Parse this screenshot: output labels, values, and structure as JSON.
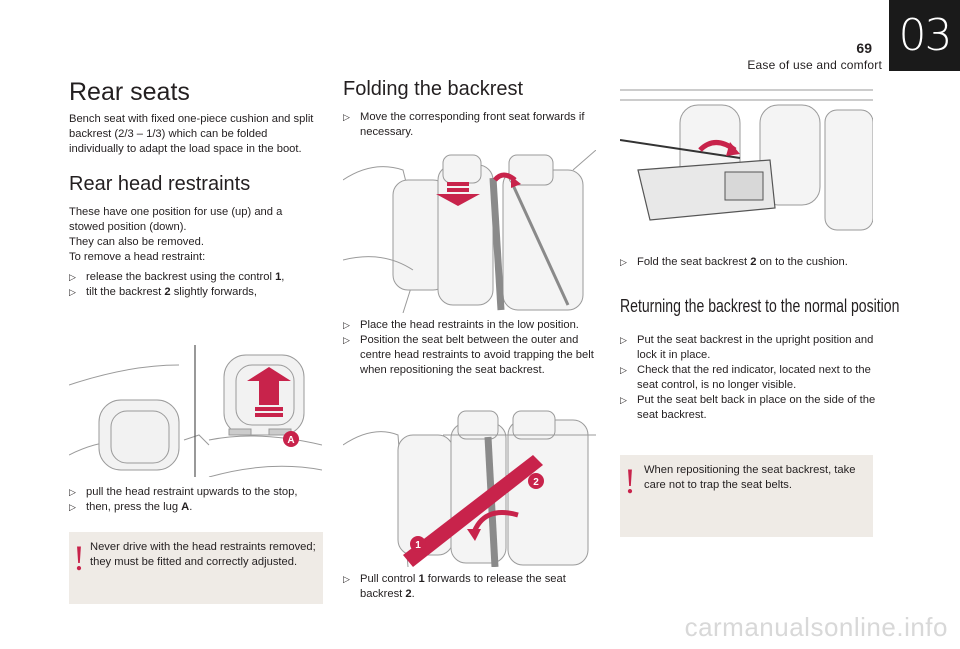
{
  "header": {
    "page_number": "69",
    "chapter_title": "Ease of use and comfort",
    "chapter_number": "03"
  },
  "col1": {
    "title": "Rear seats",
    "intro": "Bench seat with fixed one-piece cushion and split backrest (2/3 – 1/3) which can be folded individually to adapt the load space in the boot.",
    "head_title": "Rear head restraints",
    "head_intro_1": "These have one position for use (up) and a stowed position (down).",
    "head_intro_2": "They can also be removed.",
    "head_intro_3": "To remove a head restraint:",
    "bullets_a": [
      {
        "pre": "release the backrest using the control ",
        "bold": "1",
        "post": ","
      },
      {
        "pre": "tilt the backrest ",
        "bold": "2",
        "post": " slightly forwards,"
      }
    ],
    "bullets_b": [
      {
        "pre": "pull the head restraint upwards to the stop,",
        "bold": "",
        "post": ""
      },
      {
        "pre": "then, press the lug ",
        "bold": "A",
        "post": "."
      }
    ],
    "warning": "Never drive with the head restraints removed; they must be fitted and correctly adjusted.",
    "illus_label": "A"
  },
  "col2": {
    "title": "Folding the backrest",
    "bullet_1": "Move the corresponding front seat forwards if necessary.",
    "bullet_2": "Place the head restraints in the low position.",
    "bullet_3": "Position the seat belt between the outer and centre head restraints to avoid trapping the belt when repositioning the seat backrest.",
    "bullet_4_pre": "Pull control ",
    "bullet_4_bold1": "1",
    "bullet_4_mid": " forwards to release the seat backrest ",
    "bullet_4_bold2": "2",
    "bullet_4_post": ".",
    "illus_label_1": "1",
    "illus_label_2": "2"
  },
  "col3": {
    "bullet_fold_pre": "Fold the seat backrest ",
    "bullet_fold_bold": "2",
    "bullet_fold_post": " on to the cushion.",
    "return_title": "Returning the backrest to the normal position",
    "return_bullets": [
      "Put the seat backrest in the upright position and lock it in place.",
      "Check that the red indicator, located next to the seat control, is no longer visible.",
      "Put the seat belt back in place on the side of the seat backrest."
    ],
    "warning": "When repositioning the seat backrest, take care not to trap the seat belts."
  },
  "footer": {
    "watermark": "carmanualsonline.info"
  },
  "icons": {
    "bullet": "arrow-bullet-icon",
    "warning": "exclamation-icon"
  },
  "colors": {
    "accent": "#c8234b",
    "warning_bg": "#efebe6",
    "tab_bg": "#1a1a1a"
  }
}
